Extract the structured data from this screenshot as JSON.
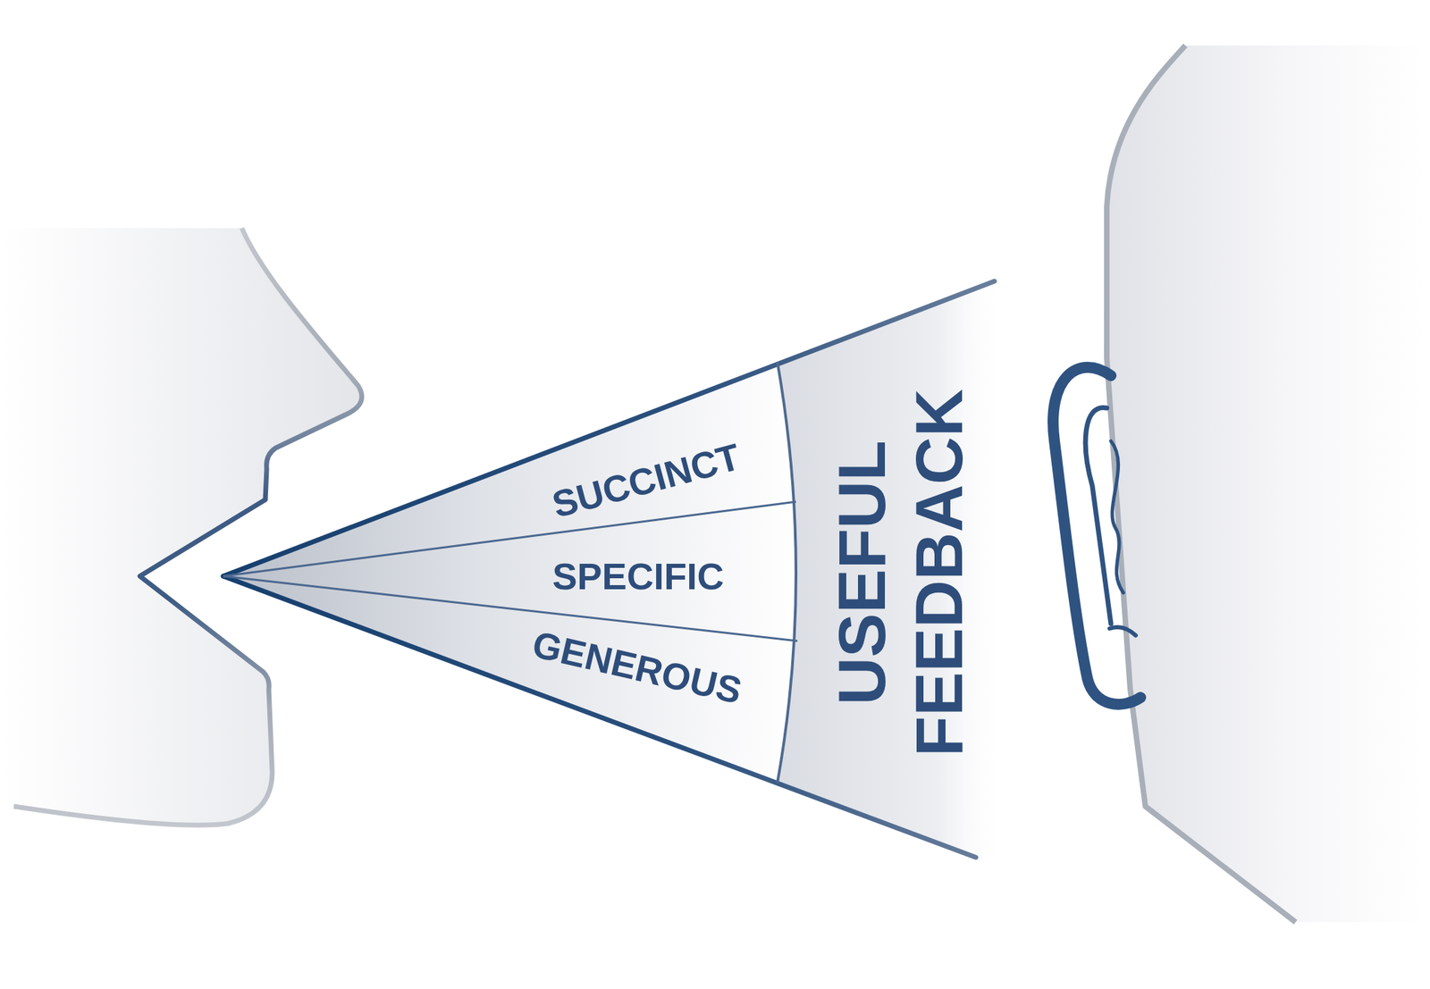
{
  "diagram": {
    "nodes": [
      {
        "text": [
          "SUCCINCT"
        ]
      },
      {
        "text": [
          "SPECIFIC"
        ]
      },
      {
        "text": [
          "GENEROUS"
        ]
      },
      {
        "text": [
          "USEFUL FEEDBACK"
        ]
      }
    ]
  }
}
